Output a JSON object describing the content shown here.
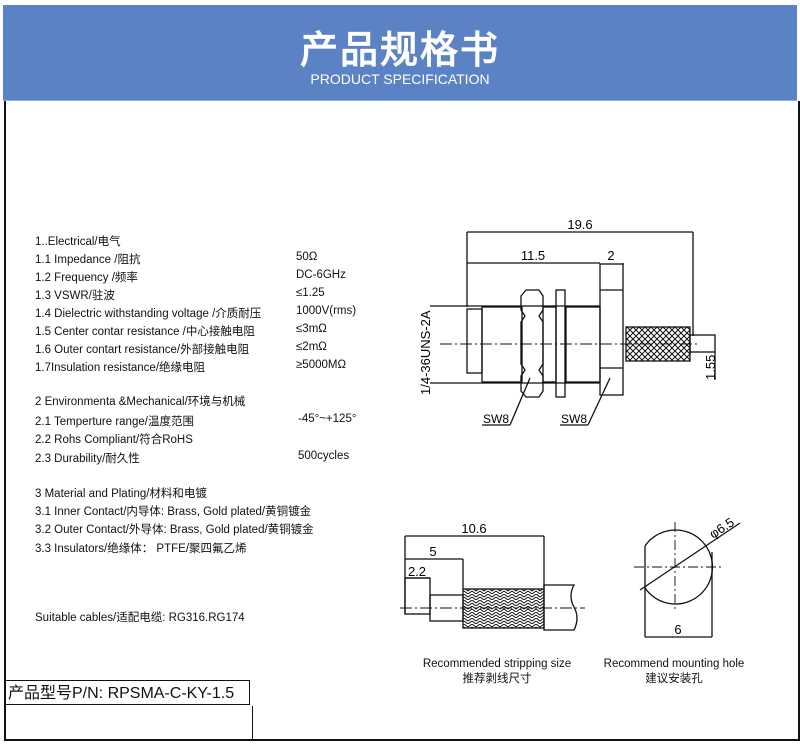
{
  "header": {
    "title": "产品规格书",
    "subtitle": "PRODUCT SPECIFICATION",
    "color": "#5b82c5"
  },
  "sections": [
    {
      "heading": "1..Electrical/电气",
      "rows": [
        {
          "label": "1.1 Impedance  /阻抗",
          "value": "50Ω"
        },
        {
          "label": "1.2 Frequency /频率",
          "value": "DC-6GHz"
        },
        {
          "label": "1.3 VSWR/驻波",
          "value": "≤1.25"
        },
        {
          "label": "1.4 Dielectric withstanding voltage /介质耐压",
          "value": "1000V(rms)"
        },
        {
          "label": "1.5 Center contar resistance /中心接触电阻",
          "value": "≤3mΩ"
        },
        {
          "label": "1.6 Outer contart resistance/外部接触电阻",
          "value": "≤2mΩ"
        },
        {
          "label": "1.7Insulation  resistance/绝缘电阻",
          "value": "≥5000MΩ"
        }
      ]
    },
    {
      "heading": "2 Environmenta &Mechanical/环境与机械",
      "rows": [
        {
          "label": "2.1 Temperture range/温度范围",
          "value": "-45°~+125°"
        },
        {
          "label": "2.2 Rohs Compliant/符合RoHS",
          "value": ""
        },
        {
          "label": "2.3 Durability/耐久性",
          "value": "500cycles"
        }
      ]
    },
    {
      "heading": "3 Material and Plating/材料和电镀",
      "rows": [
        {
          "label": "3.1 Inner Contact/内导体: Brass, Gold plated/黄铜镀金"
        },
        {
          "label": "3.2 Outer Contact/外导体: Brass, Gold plated/黄铜镀金"
        },
        {
          "label": "3.3 Insulators/绝缘体： PTFE/聚四氟乙烯"
        }
      ]
    }
  ],
  "cables": "Suitable cables/适配电缆:    RG316.RG174",
  "drawing_main": {
    "dim_total": "19.6",
    "dim_body": "11.5",
    "dim_nut": "2",
    "thread": "1/4-36UNS-2A",
    "pin": "1.55",
    "sw1": "SW8",
    "sw2": "SW8"
  },
  "stripping": {
    "d1": "10.6",
    "d2": "5",
    "d3": "2.2",
    "caption_en": "Recommended stripping size",
    "caption_cn": "推荐剥线尺寸"
  },
  "mounting": {
    "diameter": "φ6.5",
    "flat": "6",
    "caption_en": "Recommend mounting hole",
    "caption_cn": "建议安装孔"
  },
  "part_number": "产品型号P/N:  RPSMA-C-KY-1.5"
}
